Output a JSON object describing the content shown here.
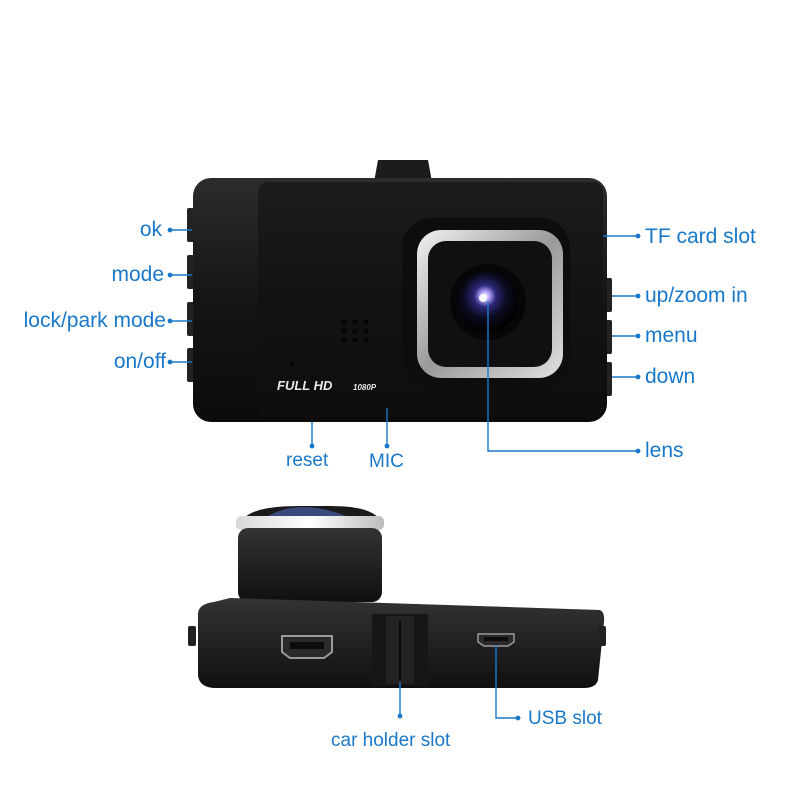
{
  "device": {
    "front_text": "FULL HD",
    "front_res": "1080P"
  },
  "labels": {
    "ok": "ok",
    "mode": "mode",
    "lock_park_mode": "lock/park mode",
    "on_off": "on/off",
    "tf_card_slot": "TF card slot",
    "up_zoom_in": "up/zoom in",
    "menu": "menu",
    "down": "down",
    "lens": "lens",
    "reset": "reset",
    "mic": "MIC",
    "car_holder_slot": "car holder slot",
    "usb_slot": "USB slot"
  },
  "colors": {
    "annotation": "#1a78c8",
    "body": "#1b1b1d",
    "bezel": "#c9c9c9"
  }
}
